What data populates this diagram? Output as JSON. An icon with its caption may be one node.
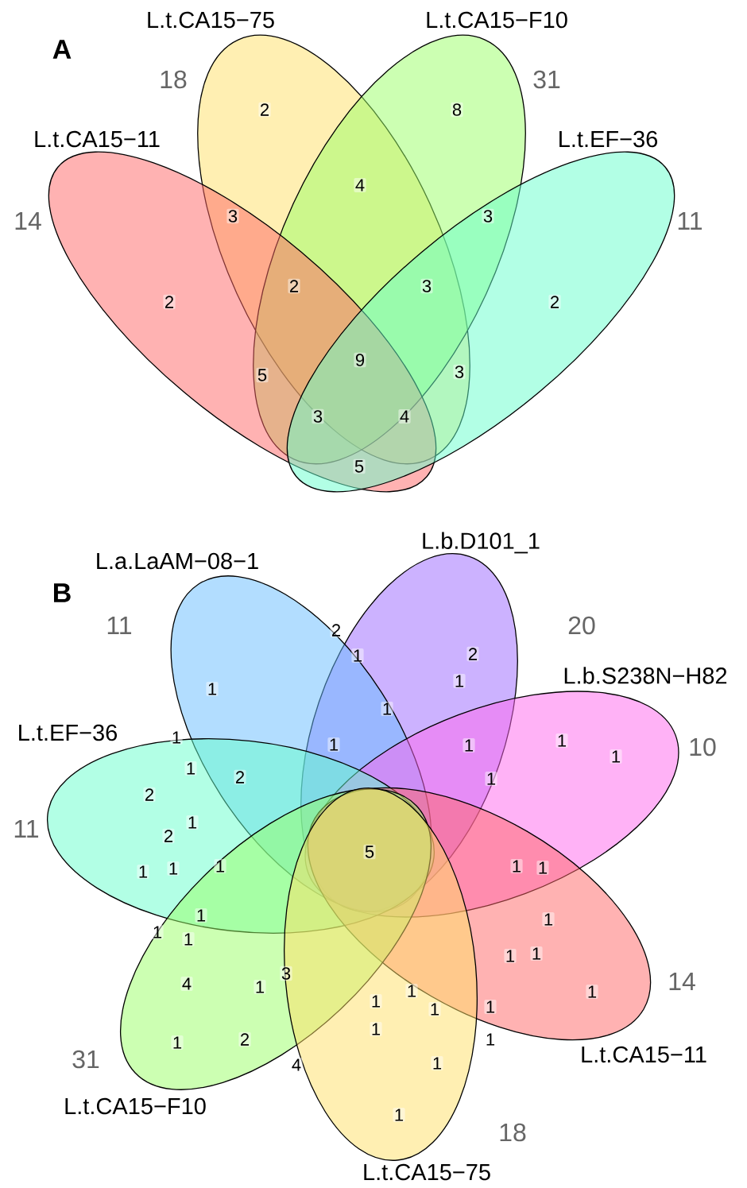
{
  "diagram": {
    "nodes": [
      {
        "text": [
          "L.t.CA15−75"
        ],
        "beside": [
          "18"
        ]
      },
      {
        "text": [
          "L.t.CA15−F10"
        ],
        "beside": [
          "31"
        ]
      },
      {
        "text": [
          "L.t.CA15−11"
        ],
        "beside": [
          "14"
        ]
      },
      {
        "text": [
          "L.t.EF−36"
        ],
        "beside": [
          "11"
        ]
      },
      {
        "text": [
          "L.b.D101_1"
        ],
        "beside": [
          "20"
        ]
      },
      {
        "text": [
          "L.a.LaAM−08−1"
        ],
        "beside": [
          "11"
        ]
      },
      {
        "text": [
          "L.b.S238N−H82"
        ],
        "beside": [
          "10"
        ]
      },
      {
        "text": [
          "L.t.EF−36"
        ],
        "beside": [
          "11"
        ]
      },
      {
        "text": [
          "L.t.CA15−11"
        ],
        "beside": [
          "14"
        ]
      },
      {
        "text": [
          "L.t.CA15−F10"
        ],
        "beside": [
          "31"
        ]
      },
      {
        "text": [
          "L.t.CA15−75"
        ],
        "beside": [
          "18"
        ]
      }
    ],
    "labels": [
      "A",
      "2",
      "8",
      "4",
      "3",
      "3",
      "2",
      "2",
      "3",
      "2",
      "9",
      "5",
      "3",
      "3",
      "4",
      "5",
      "B",
      "2",
      "2",
      "1",
      "1",
      "1",
      "1",
      "1",
      "1",
      "1",
      "1",
      "1",
      "1",
      "2",
      "1",
      "2",
      "1",
      "2",
      "5",
      "1",
      "1",
      "1",
      "1",
      "1",
      "1",
      "1",
      "1",
      "1",
      "1",
      "1",
      "3",
      "4",
      "1",
      "1",
      "1",
      "1",
      "1",
      "1",
      "1",
      "2",
      "1",
      "1",
      "1",
      "4",
      "1"
    ]
  }
}
